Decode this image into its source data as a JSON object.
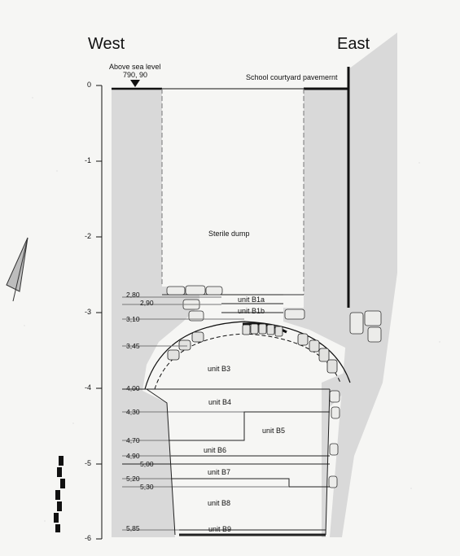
{
  "directions": {
    "west": "West",
    "east": "East"
  },
  "reference": {
    "label": "Above sea level",
    "value": "790, 90"
  },
  "surface_label": "School courtyard pavemernt",
  "fill_label": "Sterile dump",
  "scale_ticks": [
    "0",
    "-1",
    "-2",
    "-3",
    "-4",
    "-5",
    "-6"
  ],
  "depths": [
    "2,80",
    "2,90",
    "3,10",
    "3,45",
    "4,00",
    "4,30",
    "4,70",
    "4,90",
    "5,00",
    "5,20",
    "5,30",
    "5,85"
  ],
  "units": {
    "b1a": "unit B1a",
    "b1b": "unit B1b",
    "b3": "unit B3",
    "b4": "unit B4",
    "b5": "unit B5",
    "b6": "unit B6",
    "b7": "unit B7",
    "b8": "unit B8",
    "b9": "unit B9"
  },
  "colors": {
    "background": "#f6f6f4",
    "section_fill": "#d9d9d9",
    "line": "#111111"
  }
}
